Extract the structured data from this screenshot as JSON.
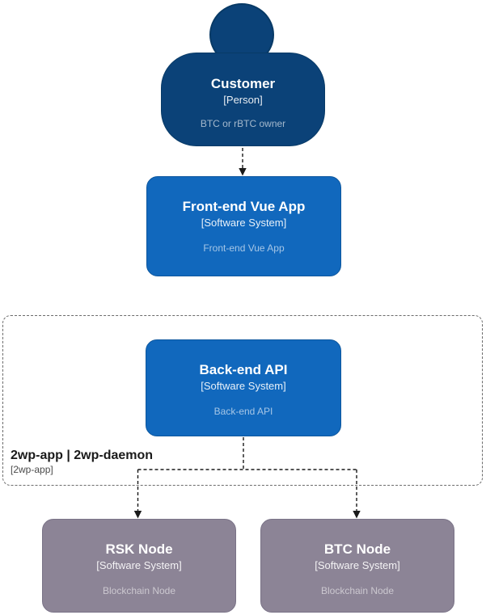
{
  "colors": {
    "background": "#FFFFFF",
    "person_fill": "#0B4278",
    "software_system_fill": "#1168BD",
    "blockchain_node_fill": "#8C8496",
    "connector": "#1A1A1A",
    "boundary_border": "#6B6B6B"
  },
  "nodes": {
    "customer": {
      "title": "Customer",
      "type": "[Person]",
      "description": "BTC or rBTC owner"
    },
    "frontend": {
      "title": "Front-end Vue App",
      "type": "[Software System]",
      "description": "Front-end Vue App"
    },
    "backend": {
      "title": "Back-end API",
      "type": "[Software System]",
      "description": "Back-end API"
    },
    "rsk_node": {
      "title": "RSK Node",
      "type": "[Software System]",
      "description": "Blockchain Node"
    },
    "btc_node": {
      "title": "BTC Node",
      "type": "[Software System]",
      "description": "Blockchain Node"
    }
  },
  "boundary": {
    "title": "2wp-app | 2wp-daemon",
    "subtitle": "[2wp-app]"
  }
}
